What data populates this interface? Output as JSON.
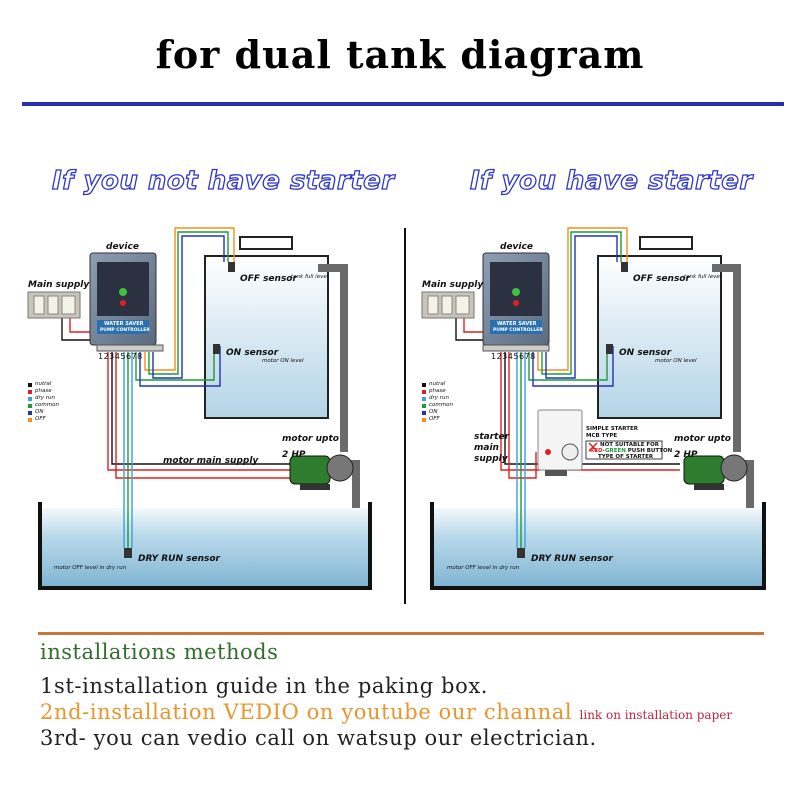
{
  "title": "for dual tank diagram",
  "panels": {
    "left": {
      "heading": "If you not have starter",
      "device_label": "device",
      "main_supply": "Main supply",
      "off_sensor": "OFF sensor",
      "tank_full": "tank full level",
      "on_sensor": "ON sensor",
      "motor_on_level": "motor ON level",
      "motor_main_supply": "motor main supply",
      "motor_upto": "motor upto",
      "motor_hp": "2 HP",
      "dry_run_sensor": "DRY RUN sensor",
      "motor_off_level": "motor OFF level in dry run",
      "terminals": "12345678"
    },
    "right": {
      "heading": "If you have starter",
      "device_label": "device",
      "main_supply": "Main supply",
      "off_sensor": "OFF sensor",
      "tank_full": "tank full level",
      "on_sensor": "ON sensor",
      "motor_on_level": "motor ON level",
      "starter_main": "starter",
      "starter_main2": "main",
      "starter_main3": "supply",
      "starter_note1": "SIMPLE STARTER",
      "starter_note2": "MCB TYPE",
      "starter_warn1": "NOT SUITABLE FOR",
      "starter_warn2_red": "RED-",
      "starter_warn2_green": "GREEN",
      "starter_warn2_rest": " PUSH BUTTON",
      "starter_warn3": "TYPE OF STARTER",
      "motor_upto": "motor upto",
      "motor_hp": "2 HP",
      "dry_run_sensor": "DRY RUN sensor",
      "motor_off_level": "motor OFF level in dry run",
      "terminals": "12345678"
    }
  },
  "legend": [
    {
      "label": "nutral",
      "color": "#111111"
    },
    {
      "label": "phase",
      "color": "#e02020"
    },
    {
      "label": "dry run",
      "color": "#3aa0d8"
    },
    {
      "label": "common",
      "color": "#1e9a3a"
    },
    {
      "label": "ON",
      "color": "#2030c0"
    },
    {
      "label": "OFF",
      "color": "#f0901a"
    }
  ],
  "device_text": {
    "brand1": "WATER SAVER",
    "brand2": "PUMP CONTROLLER"
  },
  "installation": {
    "heading": "installations methods",
    "line1": "1st-installation guide in the paking box.",
    "line2": "2nd-installation VEDIO on youtube our channal",
    "line2_note": "link on installation paper",
    "line3": "3rd- you can vedio call on watsup our electrician."
  },
  "colors": {
    "title_rule": "#2a2fb0",
    "heading_outline": "#2d35c8",
    "orange_rule": "#c8763a",
    "install_heading": "#2f6e2a",
    "install_orange": "#e8952b"
  }
}
